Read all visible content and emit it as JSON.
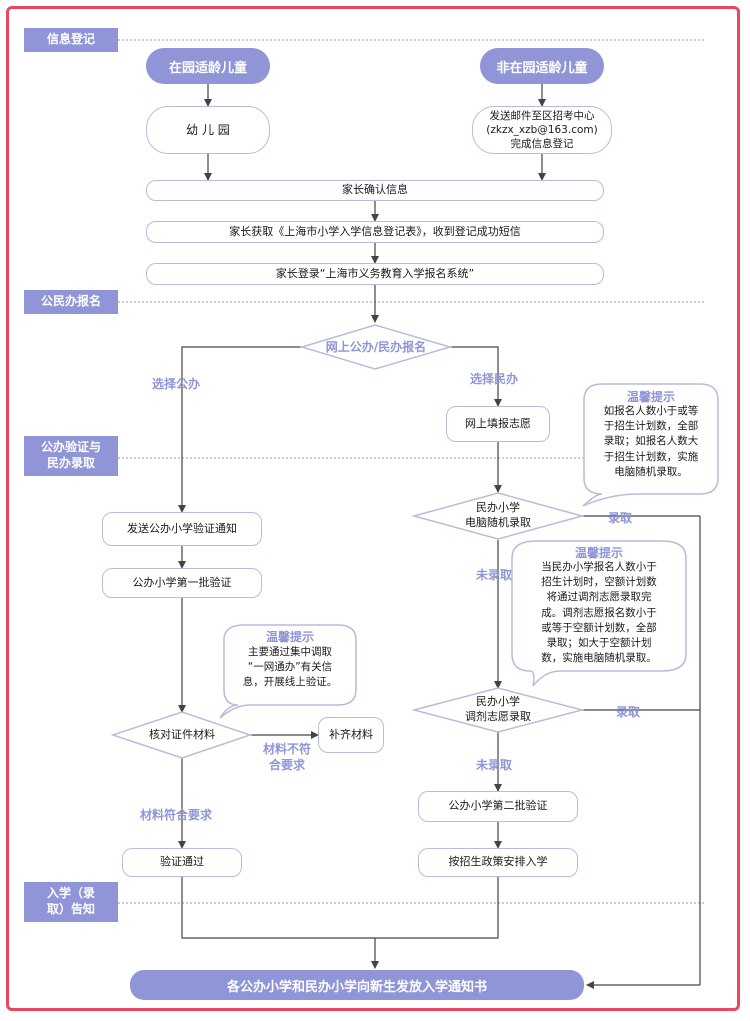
{
  "sections": {
    "info_register": "信息登记",
    "public_private_enroll": "公民办报名",
    "verify_admit": "公办验证与\n民办录取",
    "notify": "入学（录\n取）告知"
  },
  "starts": {
    "in_kindergarten": "在园适龄儿童",
    "not_in_kindergarten": "非在园适龄儿童"
  },
  "steps": {
    "kindergarten": "幼 儿 园",
    "email": "发送邮件至区招考中心\n(zkzx_xzb@163.com)\n完成信息登记",
    "confirm_info": "家长确认信息",
    "get_form": "家长获取《上海市小学入学信息登记表》，收到登记成功短信",
    "login_system": "家长登录“上海市义务教育入学报名系统”",
    "fill_choice": "网上填报志愿",
    "send_notice": "发送公办小学验证通知",
    "first_verify": "公办小学第一批验证",
    "supplement": "补齐材料",
    "verified": "验证通过",
    "second_verify": "公办小学第二批验证",
    "policy_arrange": "按招生政策安排入学",
    "final_notice": "各公办小学和民办小学向新生发放入学通知书"
  },
  "decisions": {
    "online_enroll": "网上公办/民办报名",
    "random_admit": "民办小学\n电脑随机录取",
    "adjust_admit": "民办小学\n调剂志愿录取",
    "check_docs": "核对证件材料"
  },
  "labels": {
    "choose_public": "选择公办",
    "choose_private": "选择民办",
    "admitted_1": "录取",
    "admitted_2": "录取",
    "not_admitted_1": "未录取",
    "not_admitted_2": "未录取",
    "docs_ok": "材料符合要求",
    "docs_not_ok": "材料不符\n合要求"
  },
  "tips": {
    "tip1_title": "温馨提示",
    "tip1_body": "如报名人数小于或等\n于招生计划数，全部\n录取；如报名人数大\n于招生计划数，实施\n电脑随机录取。",
    "tip2_title": "温馨提示",
    "tip2_body": "当民办小学报名人数小于\n招生计划时，空额计划数\n将通过调剂志愿录取完\n成。调剂志愿报名数小于\n或等于空额计划数，全部\n录取；如大于空额计划\n数，实施电脑随机录取。",
    "tip3_title": "温馨提示",
    "tip3_body": "主要通过集中调取\n“一网通办”有关信\n息，开展线上验证。"
  },
  "colors": {
    "accent": "#8f95d7",
    "border": "#e8485e",
    "line": "#444444"
  }
}
